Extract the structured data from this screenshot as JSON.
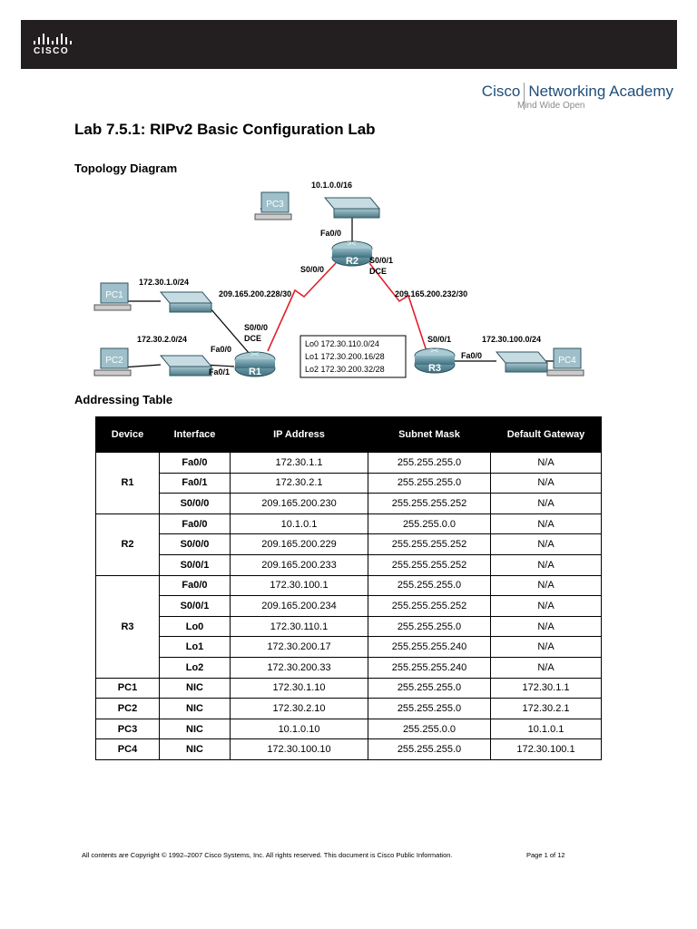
{
  "header": {
    "logo_text": "CISCO",
    "brand_name": "Cisco",
    "academy": "Networking Academy",
    "tagline": "Mind Wide Open"
  },
  "title": "Lab 7.5.1: RIPv2 Basic Configuration Lab",
  "sections": {
    "topology": "Topology Diagram",
    "addressing": "Addressing Table"
  },
  "topology": {
    "routers": {
      "r1": "R1",
      "r2": "R2",
      "r3": "R3"
    },
    "pcs": {
      "pc1": "PC1",
      "pc2": "PC2",
      "pc3": "PC3",
      "pc4": "PC4"
    },
    "networks": {
      "lan_r2": "10.1.0.0/16",
      "lan_pc1": "172.30.1.0/24",
      "lan_pc2": "172.30.2.0/24",
      "lan_pc4": "172.30.100.0/24",
      "wan_r1_r2": "209.165.200.228/30",
      "wan_r2_r3": "209.165.200.232/30"
    },
    "interfaces": {
      "r2_fa00": "Fa0/0",
      "r2_s000": "S0/0/0",
      "r2_s001": "S0/0/1",
      "r2_dce": "DCE",
      "r1_s000": "S0/0/0",
      "r1_dce": "DCE",
      "r1_fa00": "Fa0/0",
      "r1_fa01": "Fa0/1",
      "r3_s001": "S0/0/1",
      "r3_fa00": "Fa0/0"
    },
    "loopbacks": [
      "Lo0 172.30.110.0/24",
      "Lo1 172.30.200.16/28",
      "Lo2 172.30.200.32/28"
    ]
  },
  "table": {
    "headers": [
      "Device",
      "Interface",
      "IP Address",
      "Subnet Mask",
      "Default Gateway"
    ],
    "groups": [
      {
        "device": "R1",
        "rows": [
          [
            "Fa0/0",
            "172.30.1.1",
            "255.255.255.0",
            "N/A"
          ],
          [
            "Fa0/1",
            "172.30.2.1",
            "255.255.255.0",
            "N/A"
          ],
          [
            "S0/0/0",
            "209.165.200.230",
            "255.255.255.252",
            "N/A"
          ]
        ]
      },
      {
        "device": "R2",
        "rows": [
          [
            "Fa0/0",
            "10.1.0.1",
            "255.255.0.0",
            "N/A"
          ],
          [
            "S0/0/0",
            "209.165.200.229",
            "255.255.255.252",
            "N/A"
          ],
          [
            "S0/0/1",
            "209.165.200.233",
            "255.255.255.252",
            "N/A"
          ]
        ]
      },
      {
        "device": "R3",
        "rows": [
          [
            "Fa0/0",
            "172.30.100.1",
            "255.255.255.0",
            "N/A"
          ],
          [
            "S0/0/1",
            "209.165.200.234",
            "255.255.255.252",
            "N/A"
          ],
          [
            "Lo0",
            "172.30.110.1",
            "255.255.255.0",
            "N/A"
          ],
          [
            "Lo1",
            "172.30.200.17",
            "255.255.255.240",
            "N/A"
          ],
          [
            "Lo2",
            "172.30.200.33",
            "255.255.255.240",
            "N/A"
          ]
        ]
      },
      {
        "device": "PC1",
        "rows": [
          [
            "NIC",
            "172.30.1.10",
            "255.255.255.0",
            "172.30.1.1"
          ]
        ]
      },
      {
        "device": "PC2",
        "rows": [
          [
            "NIC",
            "172.30.2.10",
            "255.255.255.0",
            "172.30.2.1"
          ]
        ]
      },
      {
        "device": "PC3",
        "rows": [
          [
            "NIC",
            "10.1.0.10",
            "255.255.0.0",
            "10.1.0.1"
          ]
        ]
      },
      {
        "device": "PC4",
        "rows": [
          [
            "NIC",
            "172.30.100.10",
            "255.255.255.0",
            "172.30.100.1"
          ]
        ]
      }
    ]
  },
  "footer": {
    "copyright": "All contents are Copyright © 1992–2007 Cisco Systems, Inc. All rights reserved. This document is Cisco Public Information.",
    "page": "Page 1 of 12"
  },
  "colors": {
    "header_bar": "#231f20",
    "wan_link": "#e0202a",
    "device_teal": "#5b8a98"
  }
}
